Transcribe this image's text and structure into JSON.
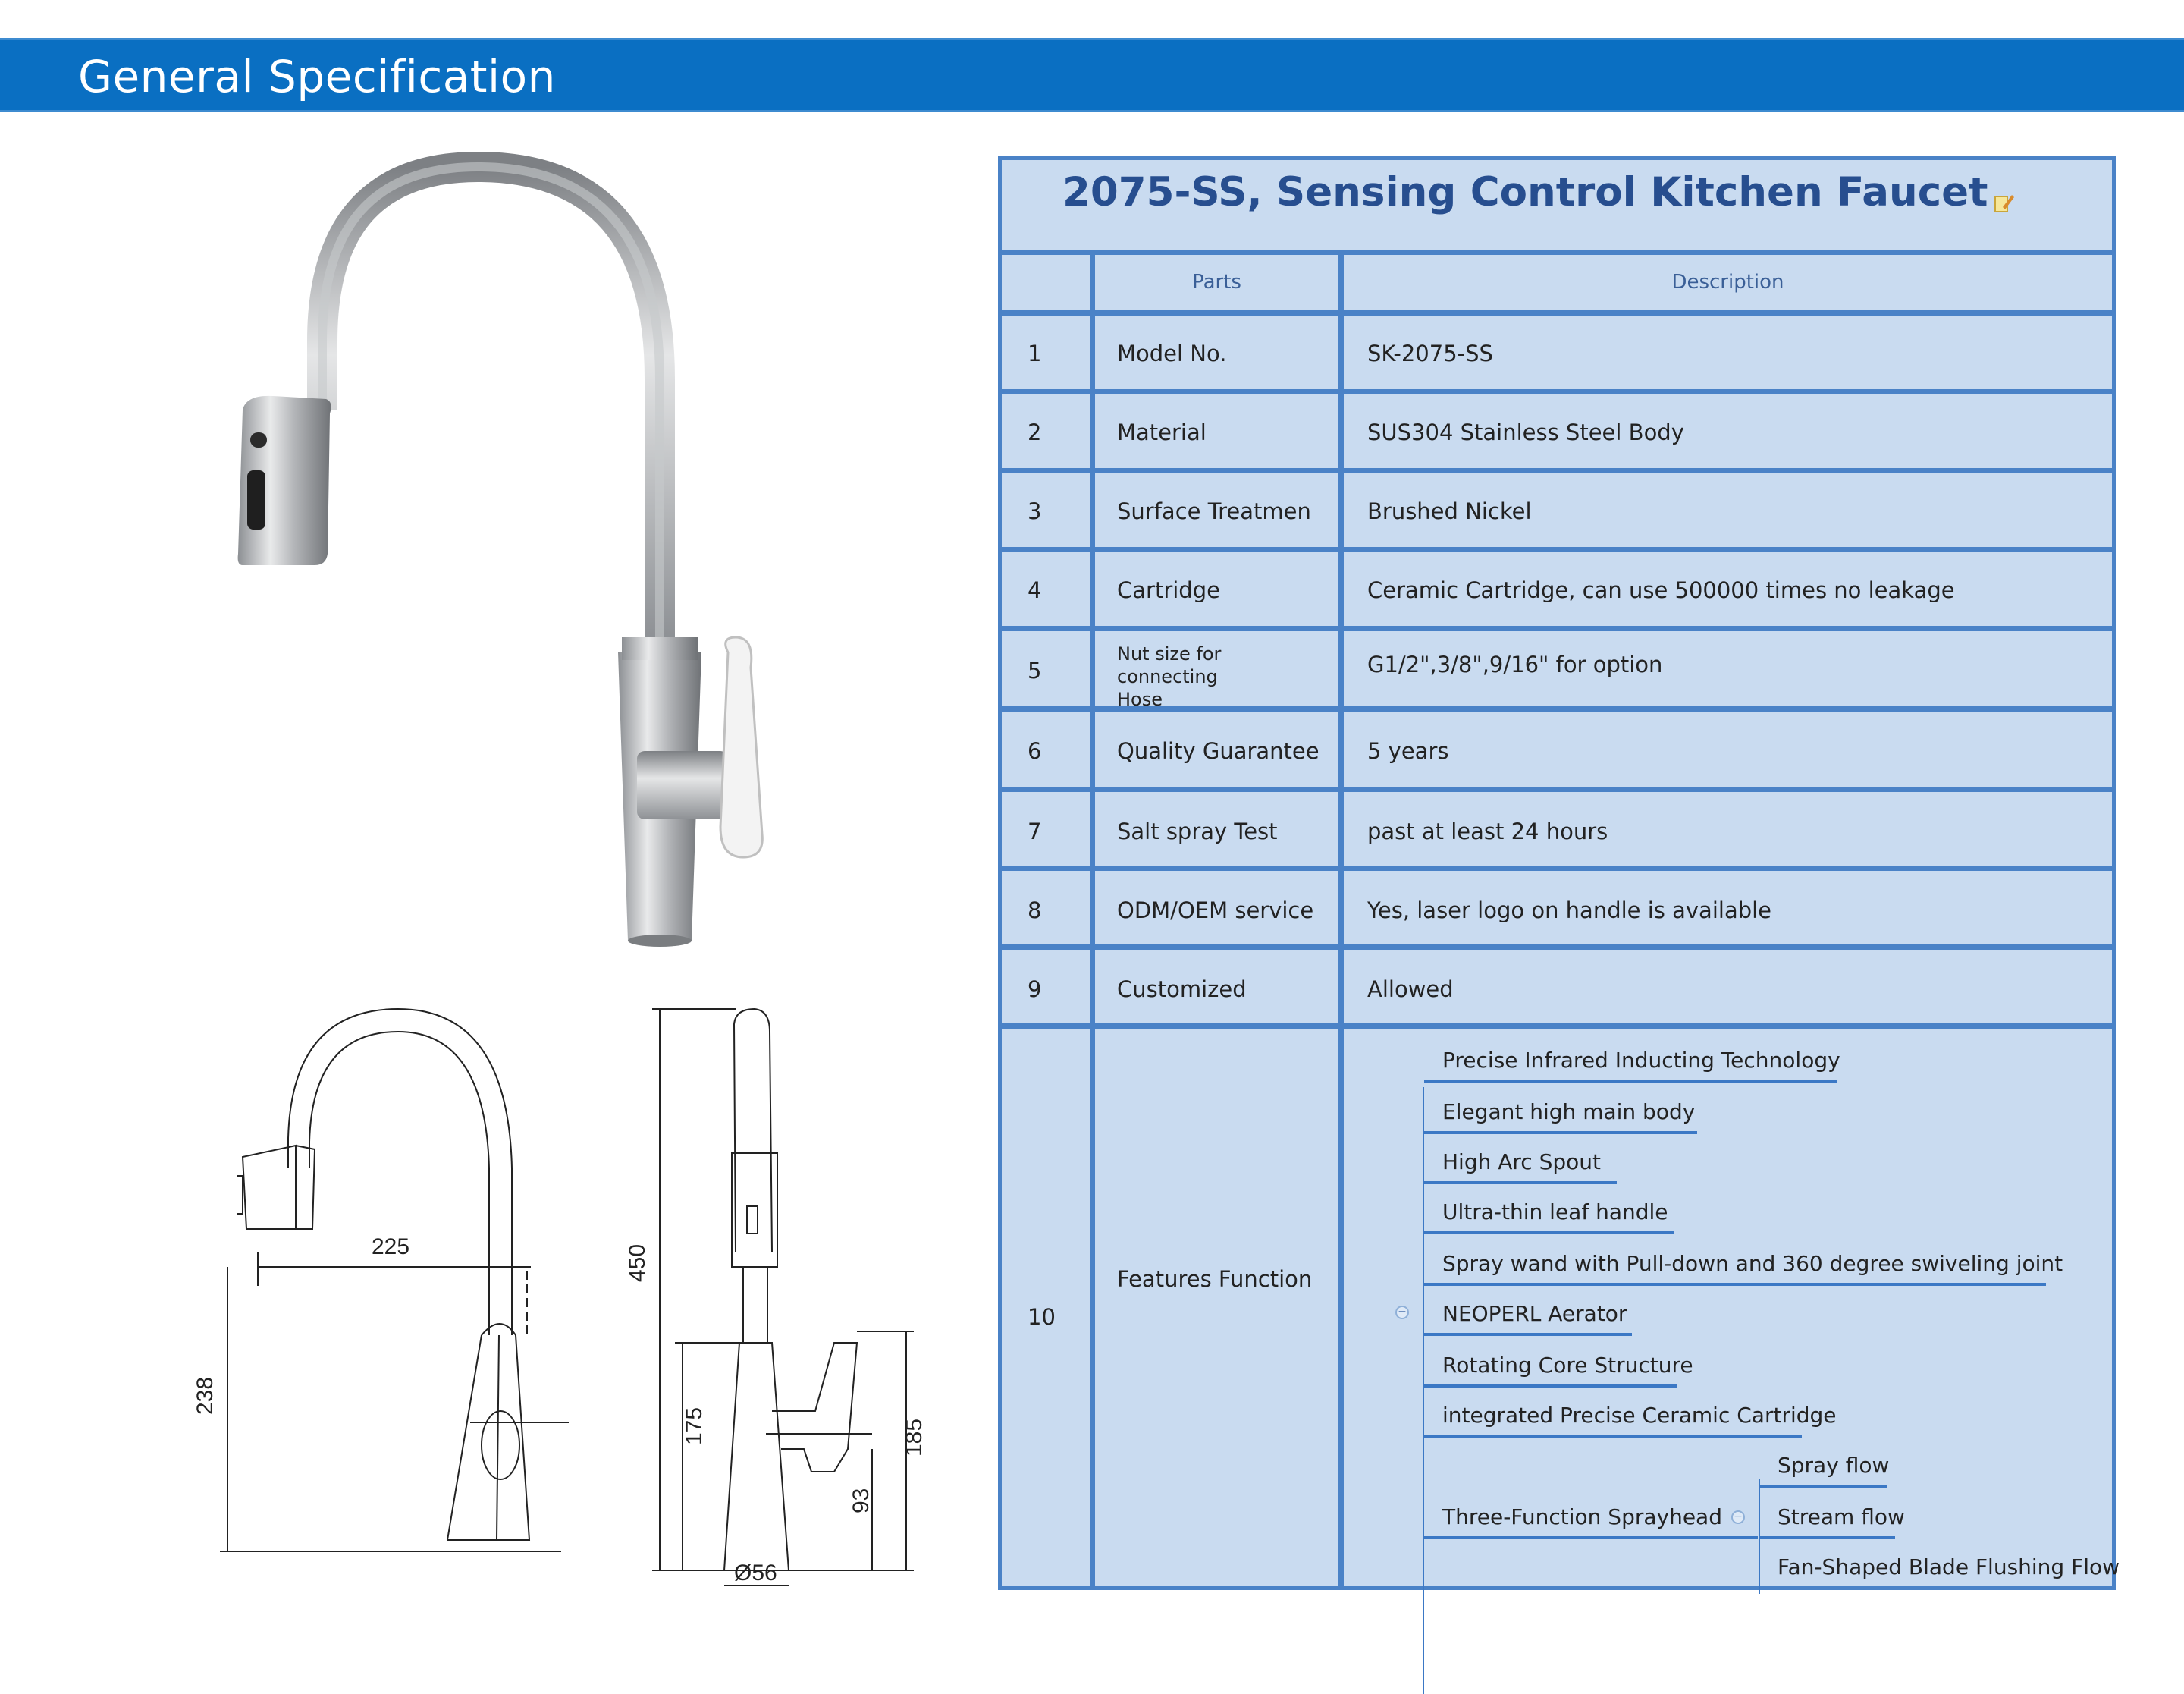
{
  "header": {
    "title": "General Specification"
  },
  "spec": {
    "title": "2075-SS, Sensing Control Kitchen Faucet",
    "columns": {
      "parts": "Parts",
      "description": "Description"
    },
    "rows": [
      {
        "no": "1",
        "part": "Model No.",
        "desc": "SK-2075-SS"
      },
      {
        "no": "2",
        "part": "Material",
        "desc": "SUS304 Stainless Steel Body"
      },
      {
        "no": "3",
        "part": "Surface Treatmen",
        "desc": "Brushed Nickel"
      },
      {
        "no": "4",
        "part": "Cartridge",
        "desc": "Ceramic Cartridge, can use 500000 times no leakage"
      },
      {
        "no": "5",
        "part": "Nut size for connecting Hose",
        "desc": "G1/2\",3/8\",9/16\" for option"
      },
      {
        "no": "6",
        "part": "Quality Guarantee",
        "desc": "5 years"
      },
      {
        "no": "7",
        "part": "Salt spray Test",
        "desc": "past at least 24 hours"
      },
      {
        "no": "8",
        "part": "ODM/OEM service",
        "desc": "Yes, laser logo on handle is available"
      },
      {
        "no": "9",
        "part": "Customized",
        "desc": "Allowed"
      }
    ],
    "features": {
      "no": "10",
      "part": "Features Function",
      "items": [
        "Precise Infrared Inducting Technology",
        "Elegant high main body",
        "High Arc Spout",
        "Ultra-thin leaf handle",
        "Spray wand with Pull-down and 360 degree swiveling joint",
        "NEOPERL Aerator",
        "Rotating Core Structure",
        "integrated Precise Ceramic Cartridge",
        "Three-Function Sprayhead"
      ],
      "sprayhead_options": [
        "Spray flow",
        "Stream flow",
        "Fan-Shaped Blade Flushing Flow"
      ]
    }
  },
  "drawing": {
    "dims": {
      "reach": "225",
      "height_front": "238",
      "height_total": "450",
      "handle_height": "175",
      "body_height": "185",
      "lever_height": "93",
      "base_diameter": "Ø56"
    }
  },
  "colors": {
    "banner": "#0a6fc2",
    "table_bg": "#c9dbf0",
    "table_border": "#4a82c7",
    "title": "#274e8f"
  }
}
